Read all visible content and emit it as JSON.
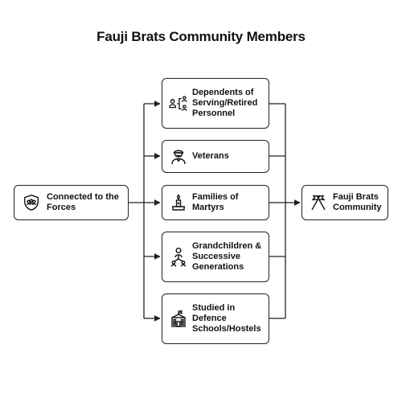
{
  "title": "Fauji Brats Community Members",
  "source_node": {
    "label_lines": [
      "Connected to the",
      "Forces"
    ],
    "icon": "shield-people-icon"
  },
  "target_node": {
    "label_lines": [
      "Fauji Brats",
      "Community"
    ],
    "icon": "crossed-flags-icon"
  },
  "member_nodes": [
    {
      "label_lines": [
        "Dependents of",
        "Serving/Retired",
        "Personnel"
      ],
      "icon": "family-tree-icon"
    },
    {
      "label_lines": [
        "Veterans"
      ],
      "icon": "veteran-icon"
    },
    {
      "label_lines": [
        "Families of",
        "Martyrs"
      ],
      "icon": "memorial-candle-icon"
    },
    {
      "label_lines": [
        "Grandchildren &",
        "Successive",
        "Generations"
      ],
      "icon": "generations-icon"
    },
    {
      "label_lines": [
        "Studied in",
        "Defence",
        "Schools/Hostels"
      ],
      "icon": "school-icon"
    }
  ],
  "colors": {
    "stroke": "#222222",
    "background": "#ffffff",
    "text": "#111111"
  }
}
